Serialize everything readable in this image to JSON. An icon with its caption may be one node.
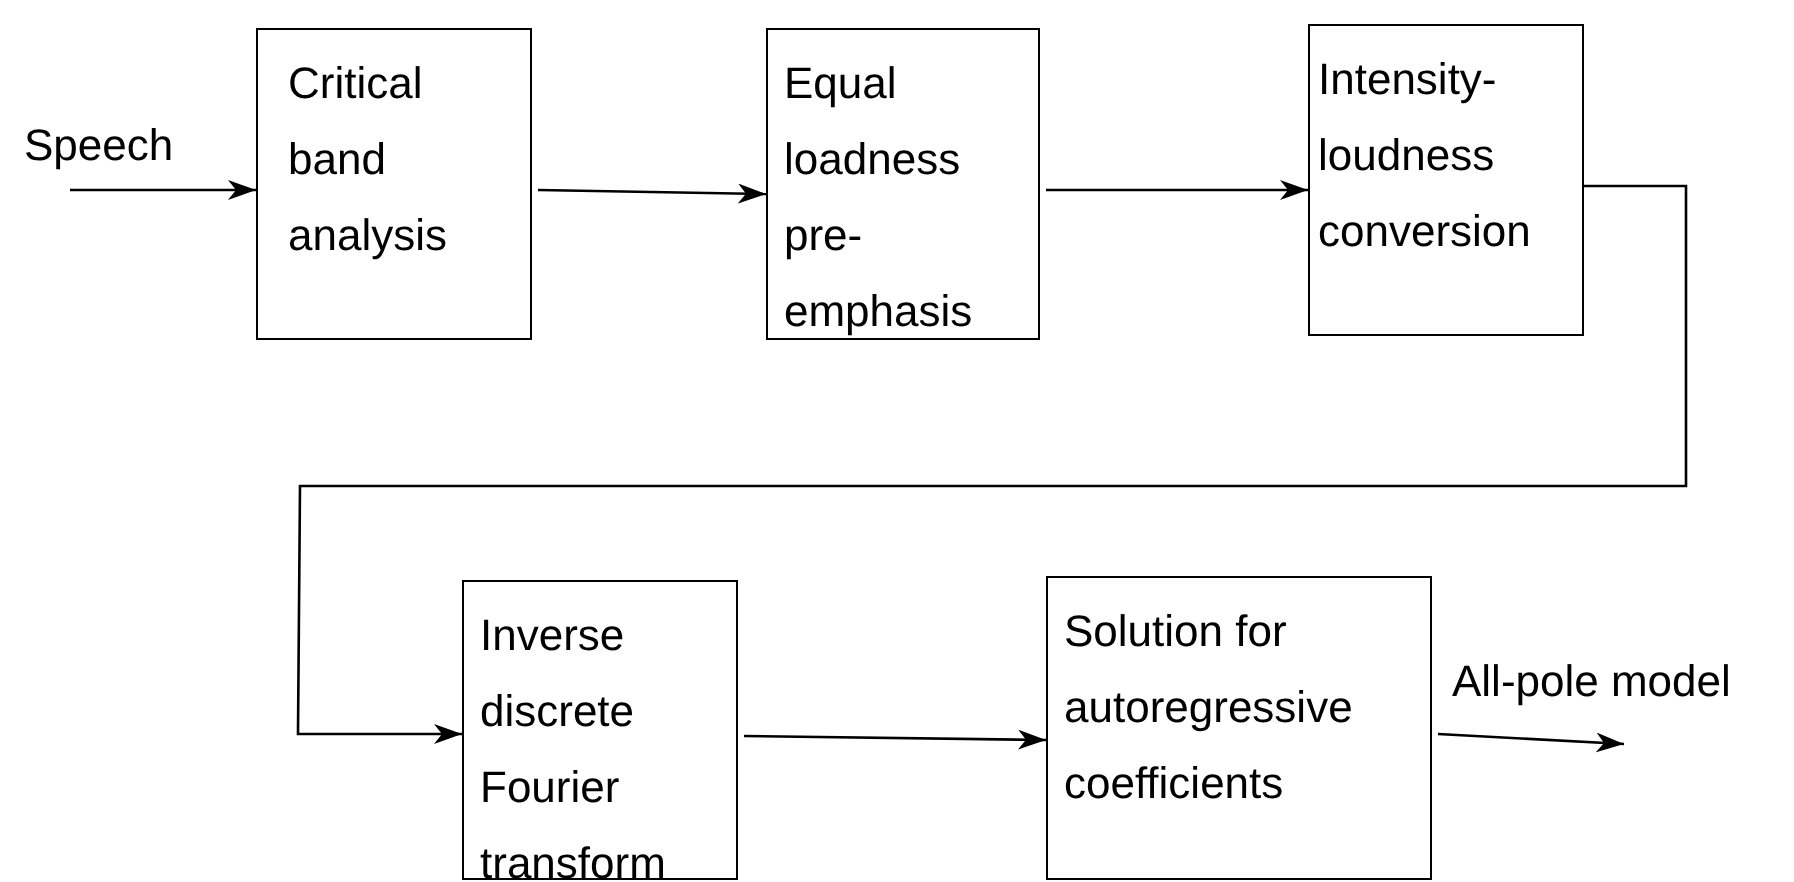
{
  "diagram": {
    "nodes": [
      {
        "text": [
          "Critical band analysis"
        ]
      },
      {
        "text": [
          "Equal loadness pre- emphasis"
        ]
      },
      {
        "text": [
          "Intensity- loudness conversion"
        ]
      },
      {
        "text": [
          "Inverse discrete Fourier transform"
        ]
      },
      {
        "text": [
          "Solution for autoregressive coefficients"
        ]
      }
    ],
    "edges": [
      {
        "from": null,
        "to": 0,
        "arrow": "to",
        "label": "Speech"
      },
      {
        "from": 0,
        "to": 1,
        "arrow": "to"
      },
      {
        "from": 1,
        "to": 2,
        "arrow": "to"
      },
      {
        "from": 2,
        "to": 3,
        "arrow": "to"
      },
      {
        "from": 3,
        "to": 4,
        "arrow": "to"
      },
      {
        "from": 4,
        "to": null,
        "arrow": "to",
        "label": "All-pole model"
      }
    ]
  }
}
